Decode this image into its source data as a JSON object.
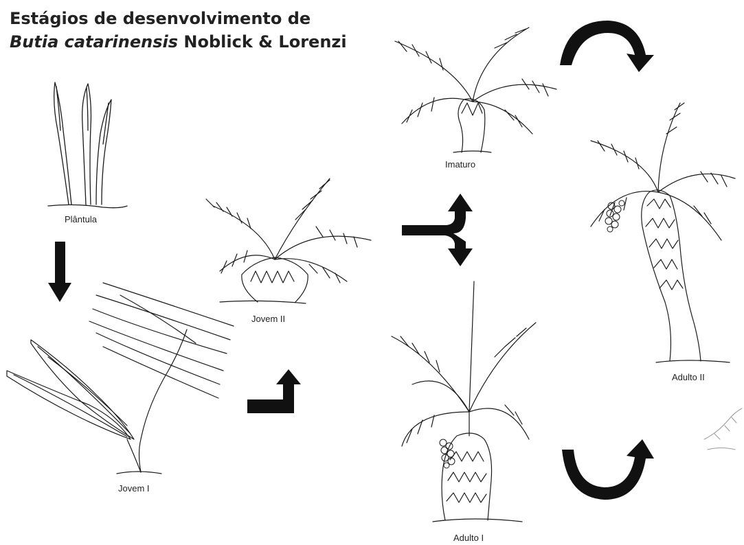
{
  "title": {
    "line1": "Estágios de desenvolvimento de",
    "line2_species": "Butia catarinensis",
    "line2_authors": " Noblick & Lorenzi"
  },
  "stages": {
    "plantula": "Plântula",
    "jovem_i": "Jovem I",
    "jovem_ii": "Jovem II",
    "imaturo": "Imaturo",
    "adulto_i": "Adulto I",
    "adulto_ii": "Adulto II"
  }
}
